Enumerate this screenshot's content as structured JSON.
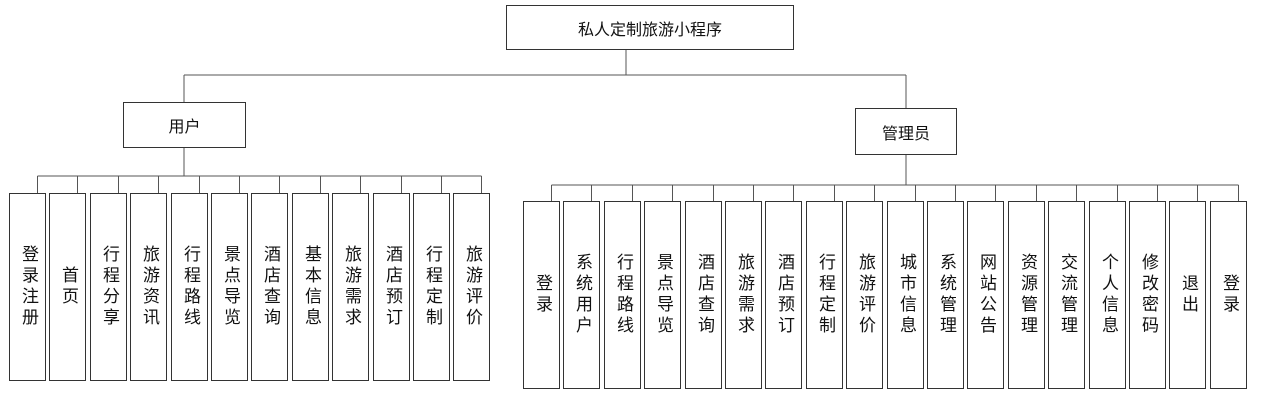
{
  "root": {
    "label": "私人定制旅游小程序"
  },
  "branches": [
    {
      "key": "user",
      "label": "用户",
      "children": [
        "登录注册",
        "首页",
        "行程分享",
        "旅游资讯",
        "行程路线",
        "景点导览",
        "酒店查询",
        "基本信息",
        "旅游需求",
        "酒店预订",
        "行程定制",
        "旅游评价"
      ]
    },
    {
      "key": "admin",
      "label": "管理员",
      "children": [
        "登录",
        "系统用户",
        "行程路线",
        "景点导览",
        "酒店查询",
        "旅游需求",
        "酒店预订",
        "行程定制",
        "旅游评价",
        "城市信息",
        "系统管理",
        "网站公告",
        "资源管理",
        "交流管理",
        "个人信息",
        "修改密码",
        "退出",
        "登录"
      ]
    }
  ]
}
